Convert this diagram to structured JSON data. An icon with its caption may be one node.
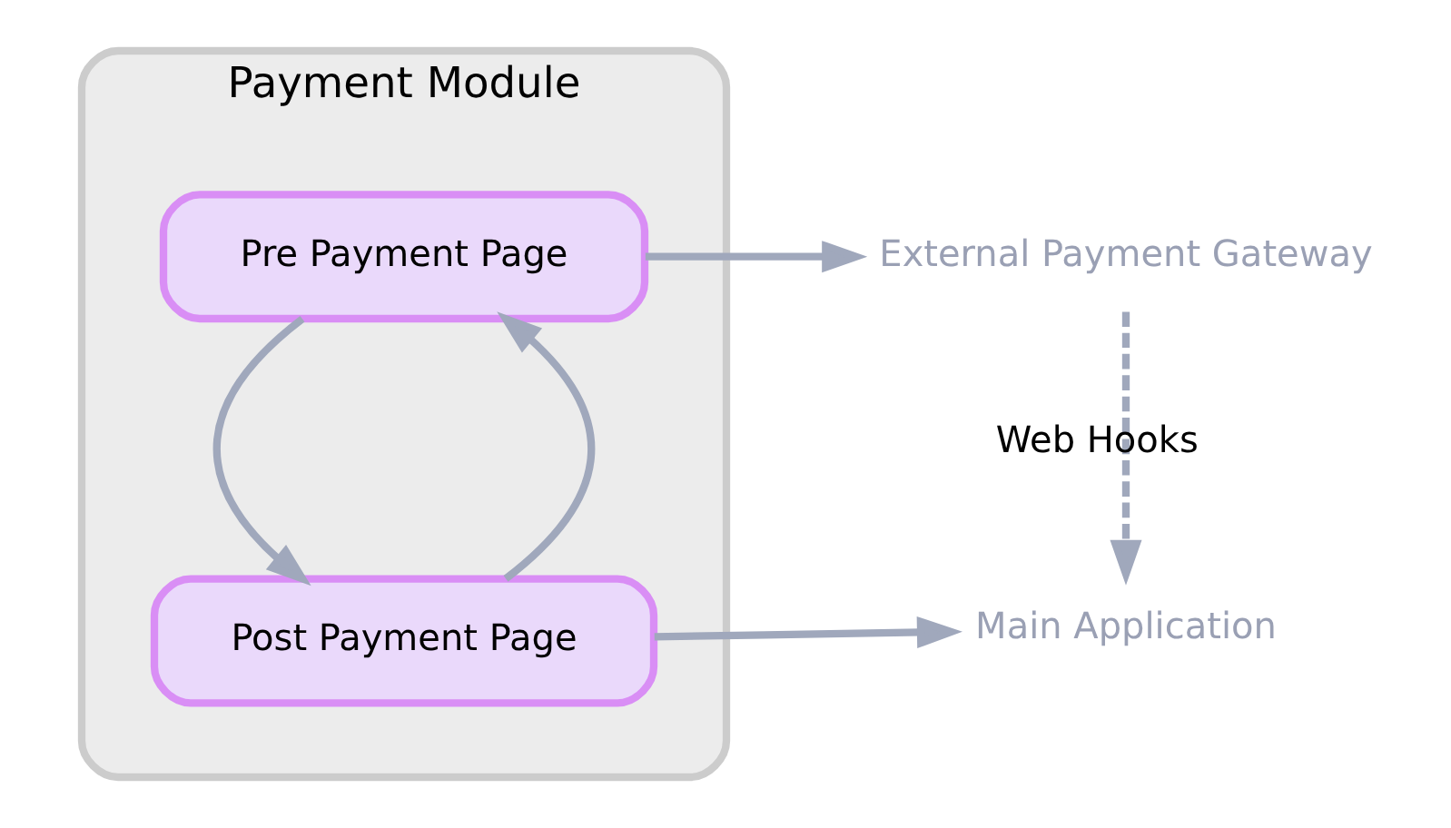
{
  "diagram": {
    "nodes": [
      {
        "text": [
          "Payment Module"
        ]
      },
      {
        "text": [
          "Pre Payment Page"
        ],
        "in": 0
      },
      {
        "text": [
          "Post Payment Page"
        ],
        "in": 0
      },
      {
        "text": [
          "Main Application"
        ]
      },
      {
        "text": [
          "External Payment Gateway"
        ]
      }
    ],
    "edges": [
      {
        "from": 2,
        "to": 3,
        "arrow": "to"
      },
      {
        "from": 2,
        "to": 1,
        "arrow": "to"
      },
      {
        "from": 1,
        "to": 4,
        "arrow": "to"
      },
      {
        "from": 1,
        "to": 2,
        "arrow": "to"
      },
      {
        "from": 4,
        "to": 3,
        "arrow": "to",
        "label": "Web Hooks",
        "style": "dashed"
      }
    ]
  }
}
